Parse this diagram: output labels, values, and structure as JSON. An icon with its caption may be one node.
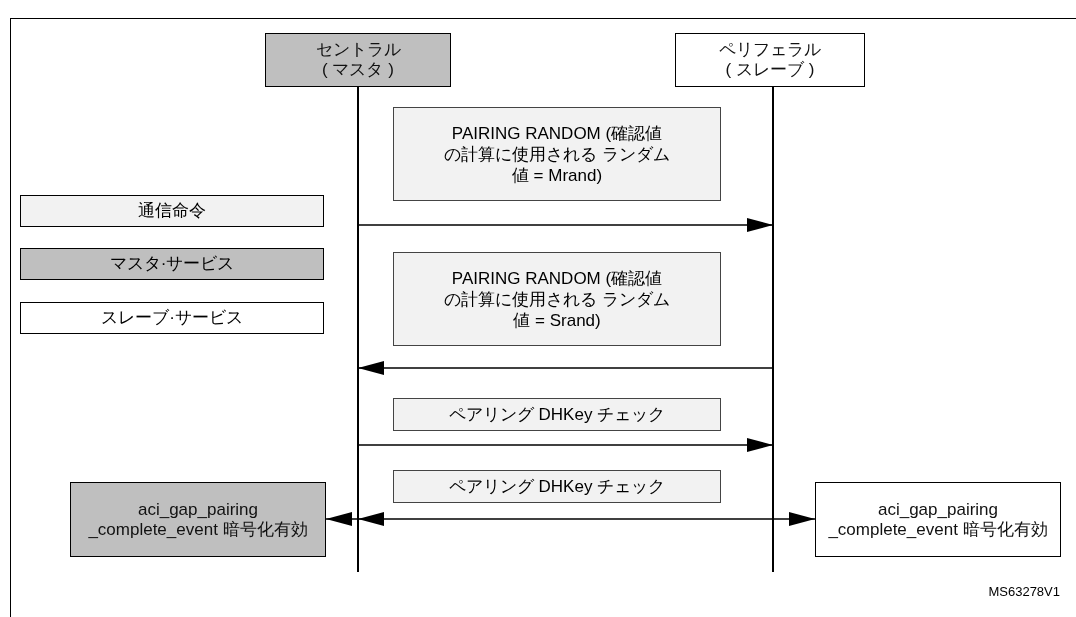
{
  "diagram": {
    "nodes": [
      {
        "text": [
          "セントラル",
          "( マスタ )"
        ]
      },
      {
        "text": [
          "ペリフェラル",
          "( スレーブ )"
        ]
      },
      {
        "text": [
          "aci_gap_pairing _complete_event 暗号化有効"
        ]
      },
      {
        "text": [
          "aci_gap_pairing _complete_event 暗号化有効"
        ]
      }
    ],
    "edges": [
      {
        "from": 0,
        "to": 1,
        "arrow": "to",
        "label": "PAIRING RANDOM (確認値の計算に使用される ランダム値 = Mrand)"
      },
      {
        "from": 1,
        "to": 0,
        "arrow": "to",
        "label": "PAIRING RANDOM (確認値の計算に使用される ランダム値 = Srand)"
      },
      {
        "from": 0,
        "to": 1,
        "arrow": "to",
        "label": "ペアリング DHKey チェック"
      },
      {
        "from": 1,
        "to": 0,
        "arrow": "to",
        "label": "ペアリング DHKey チェック"
      },
      {
        "from": 0,
        "to": 2,
        "arrow": "to"
      },
      {
        "from": 1,
        "to": 3,
        "arrow": "to"
      }
    ],
    "labels": [
      "MS63278V1"
    ],
    "legend": [
      {
        "text": "通信命令",
        "color": "#f2f2f2"
      },
      {
        "text": "マスタ·サービス",
        "color": "#bfbfbf"
      },
      {
        "text": "スレーブ·サービス",
        "color": "#ffffff"
      }
    ]
  }
}
